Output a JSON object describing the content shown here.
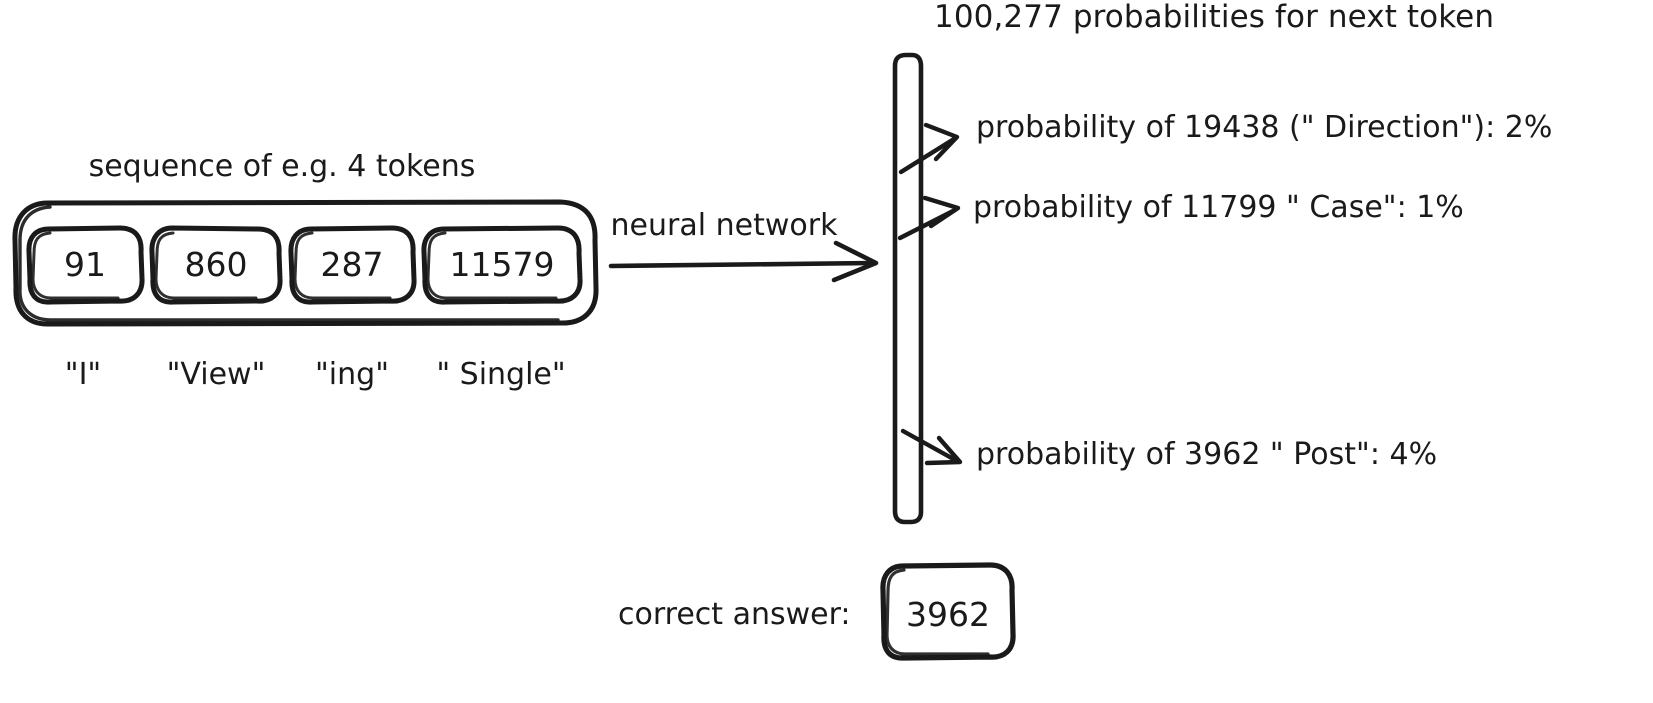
{
  "diagram": {
    "sequence_caption": "sequence of e.g. 4 tokens",
    "tokens": [
      {
        "id": "91",
        "text": "\"I\""
      },
      {
        "id": "860",
        "text": "\"View\""
      },
      {
        "id": "287",
        "text": "\"ing\""
      },
      {
        "id": "11579",
        "text": "\" Single\""
      }
    ],
    "transform_label": "neural network",
    "output_heading": "100,277 probabilities for next token",
    "probability_labels": [
      "probability of 19438 (\" Direction\"): 2%",
      "probability of 11799 \" Case\": 1%",
      "probability of 3962 \" Post\": 4%"
    ],
    "answer_caption": "correct answer:",
    "answer_value": "3962",
    "colors": {
      "ink": "#1a1a1a",
      "background": "#ffffff"
    }
  }
}
